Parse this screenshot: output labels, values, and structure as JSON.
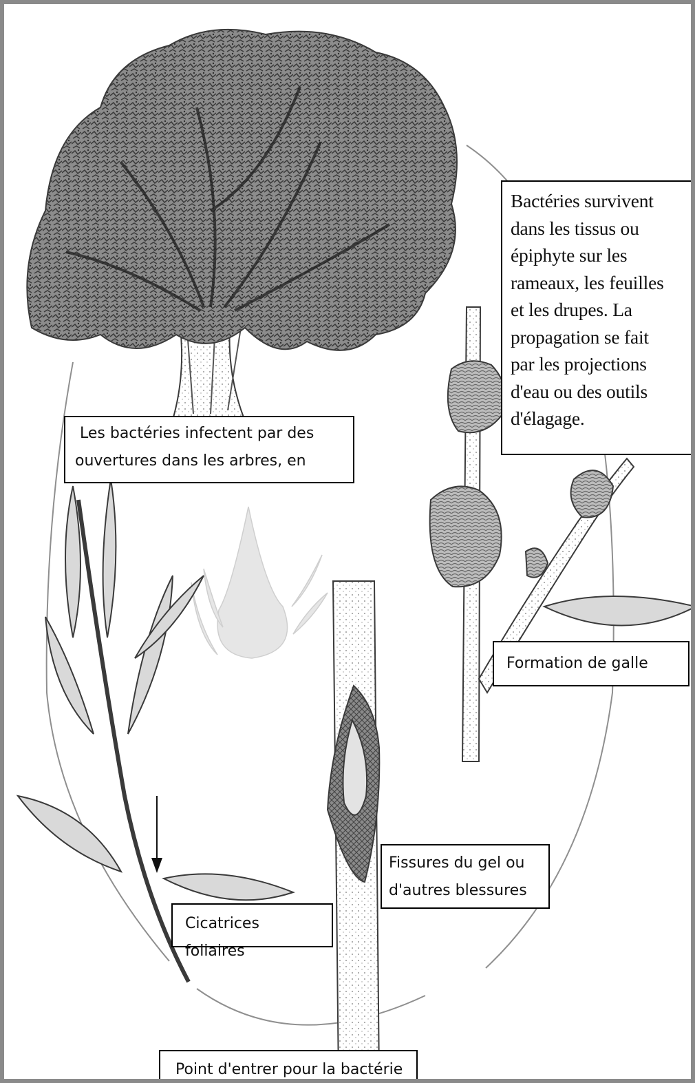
{
  "labels": {
    "bacteria_survive": [
      "Bactéries survivent",
      "dans les tissus ou",
      "épiphyte sur les",
      "rameaux, les feuilles",
      "et les drupes. La",
      "propagation se fait",
      "par les projections",
      "d'eau ou des outils",
      "d'élagage."
    ],
    "infect": [
      " Les bactéries infectent par des",
      "ouvertures dans les arbres, en"
    ],
    "gall": "Formation de galle",
    "frost": [
      "Fissures du gel ou",
      "d'autres blessures"
    ],
    "scars": "Cicatrices foliaires",
    "entry": "Point d'entrer pour la bactérie"
  },
  "illustrations": {
    "tree": "olive-tree-illustration",
    "leafy_branch": "olive-leafy-branch-with-arrow",
    "water_drop": "splashing-water-drop",
    "wounded_trunk": "trunk-frost-crack-wound",
    "gall_branch": "branch-with-galls-and-leaf",
    "cycle": "disease-cycle-circle"
  },
  "colors": {
    "border": "#8a8a8a",
    "ink": "#3a3a3a",
    "foliage": "#5a5a5a",
    "leaf_fill": "#d9d9d9",
    "drop_fill": "#e6e6e6"
  }
}
